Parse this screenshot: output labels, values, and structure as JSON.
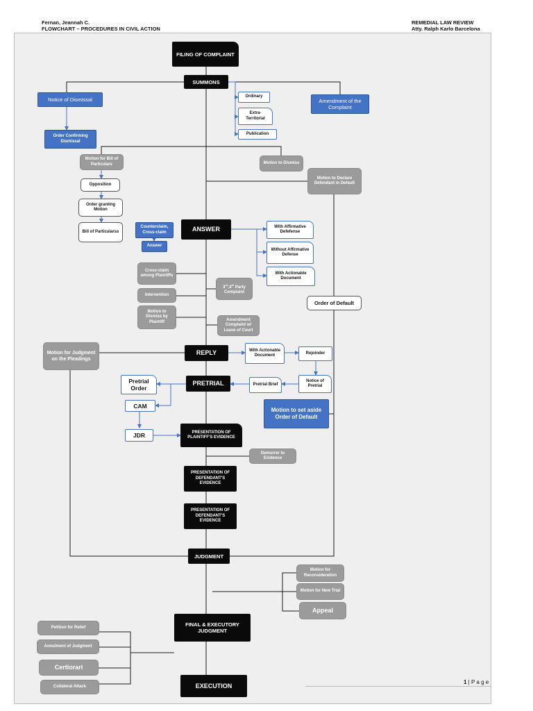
{
  "header": {
    "author": "Fernan, Jeannah C.",
    "doc_title": "FLOWCHART – PROCEDURES IN CIVIL ACTION",
    "course": "REMEDIAL LAW REVIEW",
    "professor": "Atty. Ralph Karlo Barcelona"
  },
  "nodes": {
    "filing": "FILING OF COMPLAINT",
    "summons": "SUMMONS",
    "notice_dismissal": "Notice of Dismissal",
    "order_confirming": "Order Confirming Dismissal",
    "ordinary": "Ordinary",
    "extra_territorial": "Extra-Territorial",
    "publication": "Publication",
    "amendment": "Amendment of the Complaint",
    "motion_bill": "Motion for Bill of Particulars",
    "opposition": "Opposition",
    "order_granting": "Order granting Motion",
    "bill": "Bill of Particularss",
    "motion_dismiss": "Motion to Dismiss",
    "motion_declare": "Motion to Declare Defendant in Default",
    "counterclaim": "Counterclaim, Cross-claim",
    "answer_small": "Answer",
    "answer": "ANSWER",
    "with_affirmative": "With Affirmative Defefense",
    "without_affirmative": "Without Affirmative Defense",
    "with_actionable": "With Actionable Document",
    "crossclaim_plaintiffs": "Cross-claim among Plaintiffs",
    "intervention": "Intervention",
    "dismiss_plaintiff": "Motion to Dismiss by Plaintiff",
    "third_party_sup": "rd",
    "third_party_mid": ",4",
    "third_party_sup2": "th",
    "third_party_end": " Party Complaint",
    "amendment_leave": "Amendment Complaint w/ Leave of Court",
    "order_default": "Order of Default",
    "judgment_pleadings": "Motion for Judgment on the Pleadings",
    "reply": "REPLY",
    "reply_actionable": "With Actionable Document",
    "rejoinder": "Rejoinder",
    "pretrial": "PRETRIAL",
    "pretrial_order": "Pretrial Order",
    "pretrial_brief": "Pretrial Brief",
    "notice_pretrial": "Notice of Pretrial",
    "cam": "CAM",
    "jdr": "JDR",
    "set_aside": "Motion to set aside Order of Default",
    "plaintiff_evidence": "PRESENTATION OF PLAINTIFF'S EVIDENCE",
    "demurrer": "Demurrer to Evidence",
    "defendant_evidence_1": "PRESENTATION OF DEFENDANT'S EVIDENCE",
    "defendant_evidence_2": "PRESENTATION OF DEFENDANT'S EVIDENCE",
    "judgment": "JUDGMENT",
    "reconsideration": "Motion for Reconsideration",
    "new_trial": "Motion for New Trial",
    "appeal": "Appeal",
    "final": "FINAL & EXECUTORY JUDGMENT",
    "petition_relief": "Petition for Relief",
    "annulment": "Annulment of Judgment",
    "certiorari": "Certiorari",
    "collateral": "Collateral Attack",
    "execution": "EXECUTION"
  },
  "footer": {
    "page_number": "1",
    "page_label": " | P a g e"
  },
  "colors": {
    "black": "#0a0a0a",
    "gray": "#9b9b9b",
    "blue": "#4472c4",
    "line": "#1a1a1a",
    "arrow": "#4472c4"
  }
}
